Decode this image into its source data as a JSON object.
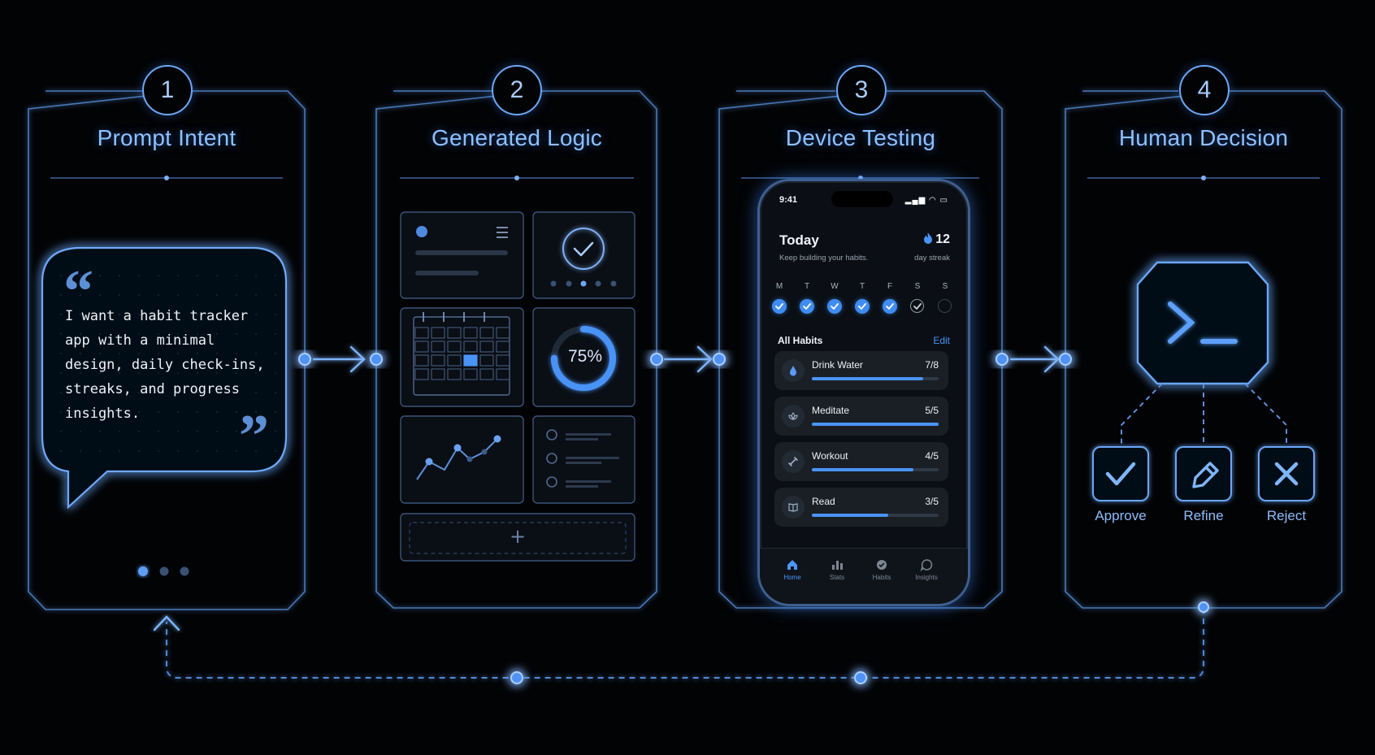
{
  "steps": [
    {
      "number": "1",
      "title": "Prompt Intent"
    },
    {
      "number": "2",
      "title": "Generated Logic"
    },
    {
      "number": "3",
      "title": "Device Testing"
    },
    {
      "number": "4",
      "title": "Human Decision"
    }
  ],
  "prompt": {
    "text": "I want a habit tracker\napp with a minimal\ndesign, daily check-ins,\nstreaks, and progress\ninsights."
  },
  "logic": {
    "progress_label": "75%",
    "progress_value": 0.75,
    "add_symbol": "+"
  },
  "phone": {
    "time": "9:41",
    "status_icons": "▂▄▆ ◠ ▭",
    "header_title": "Today",
    "header_subtitle": "Keep building your habits.",
    "streak_value": "12",
    "streak_label": "day streak",
    "days": [
      {
        "label": "M",
        "state": "done"
      },
      {
        "label": "T",
        "state": "done"
      },
      {
        "label": "W",
        "state": "done"
      },
      {
        "label": "T",
        "state": "done"
      },
      {
        "label": "F",
        "state": "done"
      },
      {
        "label": "S",
        "state": "partial"
      },
      {
        "label": "S",
        "state": "off"
      }
    ],
    "section_title": "All Habits",
    "edit_label": "Edit",
    "habits": [
      {
        "name": "Drink Water",
        "value": "7/8",
        "progress": 0.875,
        "icon": "water-drop-icon"
      },
      {
        "name": "Meditate",
        "value": "5/5",
        "progress": 1.0,
        "icon": "lotus-icon"
      },
      {
        "name": "Workout",
        "value": "4/5",
        "progress": 0.8,
        "icon": "dumbbell-icon"
      },
      {
        "name": "Read",
        "value": "3/5",
        "progress": 0.6,
        "icon": "book-icon"
      }
    ],
    "tabs": [
      {
        "label": "Home",
        "active": true
      },
      {
        "label": "Stats",
        "active": false
      },
      {
        "label": "Habits",
        "active": false
      },
      {
        "label": "Insights",
        "active": false
      }
    ]
  },
  "decision": {
    "options": [
      "Approve",
      "Refine",
      "Reject"
    ]
  },
  "colors": {
    "accent": "#4a93f6",
    "line": "#5b8fd8",
    "background": "#020305"
  }
}
